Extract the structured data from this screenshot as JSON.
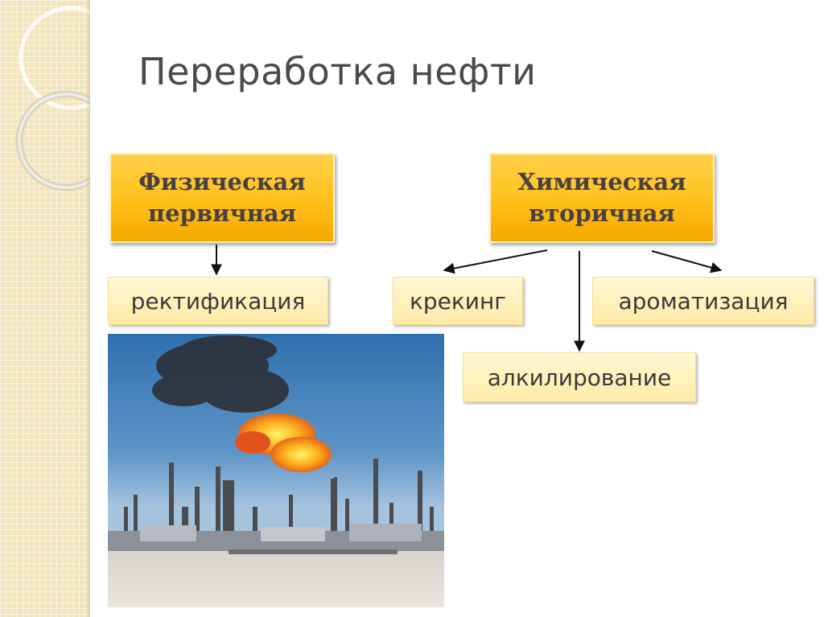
{
  "slide": {
    "title": "Переработка нефти",
    "colors": {
      "strip": "#f1e4bd",
      "main_box": "#ffc21f",
      "sub_box": "#fff2c0",
      "text": "#4a4a4a"
    }
  },
  "diagram": {
    "main": [
      {
        "line1": "Физическая",
        "line2": "первичная"
      },
      {
        "line1": "Химическая",
        "line2": "вторичная"
      }
    ],
    "sub": {
      "rectification": "ректификация",
      "cracking": "крекинг",
      "aromatization": "ароматизация",
      "alkylation": "алкилирование"
    }
  },
  "photo": {
    "subject": "oil refinery with gas flare"
  }
}
